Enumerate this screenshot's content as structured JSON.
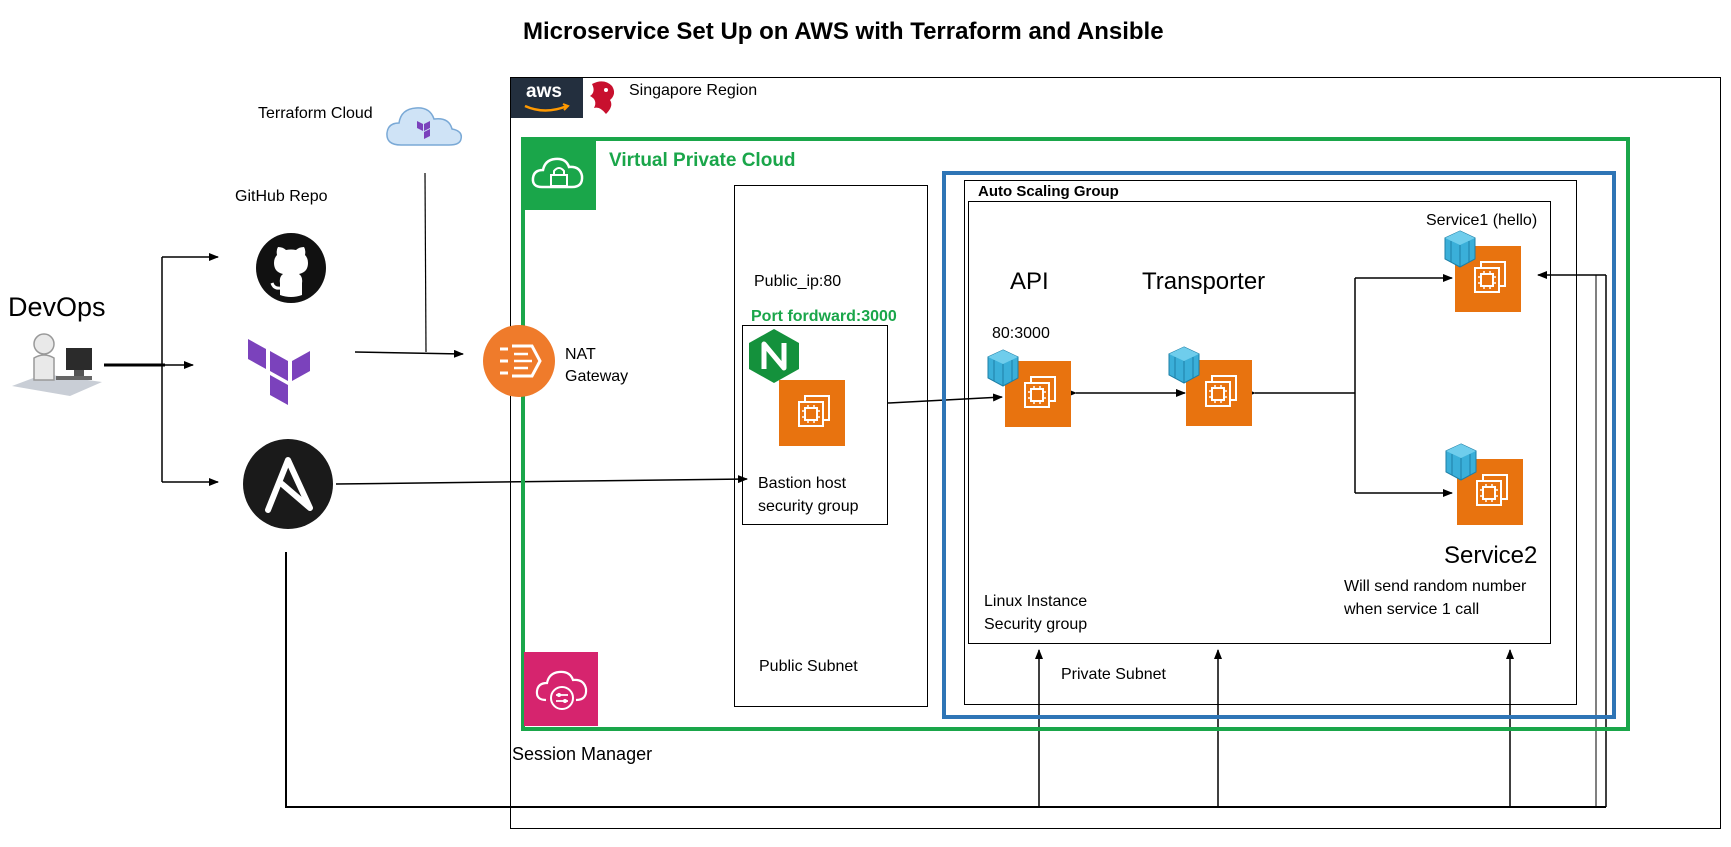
{
  "title": "Microservice Set Up on AWS with Terraform and Ansible",
  "region_label": "Singapore Region",
  "aws_logo_text": "aws",
  "terraform_cloud_label": "Terraform Cloud",
  "github_repo_label": "GitHub Repo",
  "devops_label": "DevOps",
  "nat_gateway_label_line1": "NAT",
  "nat_gateway_label_line2": "Gateway",
  "vpc_label": "Virtual Private Cloud",
  "public_ip_label": "Public_ip:80",
  "port_forward_label": "Port fordward:3000",
  "bastion_label_line1": "Bastion host",
  "bastion_label_line2": "security group",
  "public_subnet_label": "Public Subnet",
  "asg_label": "Auto Scaling Group",
  "api_label": "API",
  "api_port_label": "80:3000",
  "transporter_label": "Transporter",
  "service1_label": "Service1 (hello)",
  "service2_label": "Service2",
  "service2_desc_line1": "Will send random number",
  "service2_desc_line2": "when service 1 call",
  "linux_instance_line1": "Linux Instance",
  "linux_instance_line2": "Security group",
  "private_subnet_label": "Private Subnet",
  "session_manager_label": "Session Manager",
  "colors": {
    "vpc_green": "#1aa64a",
    "asg_blue": "#2e75b6",
    "ec2_orange": "#e8730f",
    "nat_orange": "#ef7b2b",
    "container_blue": "#3aafd9",
    "terraform_purple": "#7b42bc",
    "nginx_green": "#14913c",
    "session_manager_pink": "#d6246e",
    "aws_dark": "#232f3e",
    "aws_smile": "#ff9900",
    "region_red": "#c8102e"
  },
  "icons": [
    "cloud-icon",
    "github-icon",
    "terraform-icon",
    "ansible-icon",
    "devops-user-icon",
    "nat-gateway-icon",
    "vpc-lock-icon",
    "nginx-icon",
    "ec2-instance-icon",
    "container-icon",
    "session-manager-icon",
    "aws-logo-icon",
    "singapore-lion-icon"
  ]
}
